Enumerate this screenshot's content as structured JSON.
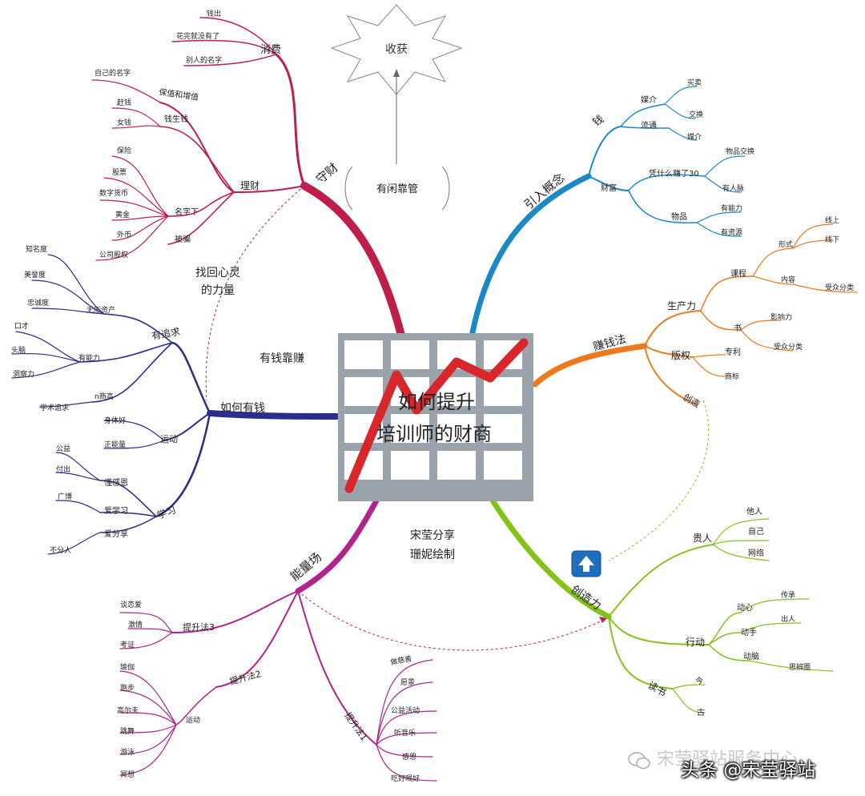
{
  "center": {
    "line1": "如何提升",
    "line2": "培训师的财商"
  },
  "colors": {
    "shoucai": "#c01e4a",
    "ruhe": "#2a2d8c",
    "nengliang": "#b0248c",
    "qian": "#1b8ac4",
    "zhuanqian": "#ec7a1c",
    "chuangzao": "#86c21c",
    "dashed": "#c01e4a"
  },
  "icon": "up-arrow-icon",
  "notes": {
    "harvest": "收获",
    "guan": "有闲靠管",
    "xinling": "找回心灵\n的力量",
    "zhuan": "有钱靠赚",
    "author": "宋莹分享\n珊妮绘制"
  },
  "watermark": {
    "ghost": "宋莹驿站服务中心",
    "text": "头条 @宋莹驿站"
  },
  "branches": {
    "shoucai": {
      "label": "守财",
      "xiaofei": {
        "label": "消费",
        "items": [
          "钱出",
          "花完就没有了",
          "别人的名字"
        ]
      },
      "licai": {
        "label": "理财",
        "baozhi": {
          "label": "保值和增值",
          "items": [
            "自己的名字"
          ]
        },
        "qiansheng": {
          "label": "钱生钱",
          "items": [
            "赶钱",
            "女钱"
          ]
        },
        "mingzixia": {
          "label": "名字下",
          "items": [
            "保险",
            "股票",
            "数字货币",
            "黄金",
            "外币",
            "公司股权"
          ]
        },
        "beipian": "被骗"
      }
    },
    "ruhe": {
      "label": "如何有钱",
      "zhuiqiu": {
        "label": "有追求",
        "wuxing": {
          "label": "无形资产",
          "items": [
            "知名度",
            "美誉度",
            "忠诚度"
          ]
        },
        "nengli": {
          "label": "有能力",
          "items": [
            "口才",
            "头脑",
            "洞察力"
          ]
        },
        "nshang": {
          "label": "n商高",
          "items": [
            "学术追求"
          ]
        }
      },
      "yundong": {
        "label": "运动",
        "items": [
          "身体好",
          "正能量"
        ]
      },
      "xuexi": {
        "label": "学习",
        "ganen": {
          "label": "懂感恩",
          "items": [
            "公益",
            "付出"
          ]
        },
        "aixue": {
          "label": "爱学习",
          "items": [
            "广博"
          ]
        },
        "aifen": {
          "label": "爱分享",
          "items": [
            "不分人"
          ]
        }
      }
    },
    "nengliang": {
      "label": "能量场",
      "t3": {
        "label": "提升法3",
        "items": [
          "谈恋爱",
          "激情",
          "考证"
        ]
      },
      "t2": {
        "label": "提升法2",
        "yundong": {
          "label": "运动",
          "items": [
            "瑜伽",
            "跑步",
            "高尔夫",
            "跳舞",
            "游泳",
            "冥想"
          ]
        }
      },
      "t1": {
        "label": "提升法1",
        "items": [
          "做慈善",
          "愿景",
          "公益活动",
          "听音乐",
          "感恩",
          "吃好喝好"
        ]
      }
    },
    "qian": {
      "label": "引入概念",
      "qian": {
        "label": "钱",
        "meijie": {
          "label": "媒介",
          "items": [
            "买卖",
            "交换"
          ]
        },
        "liutong": {
          "label": "流通",
          "items": [
            "媒介"
          ]
        }
      },
      "caifu": {
        "label": "财富",
        "zhuan30": {
          "label": "凭什么赚了30",
          "items": [
            "物品交换",
            "有人脉"
          ]
        },
        "wupin": {
          "label": "物品",
          "items": [
            "有能力",
            "有资源"
          ]
        }
      }
    },
    "zhuanqian": {
      "label": "赚钱法",
      "shengchan": {
        "label": "生产力",
        "kecheng": {
          "label": "课程",
          "xingshi": {
            "label": "形式",
            "items": [
              "线上",
              "线下"
            ]
          },
          "neirong": {
            "label": "内容",
            "items": [
              "受众分类"
            ]
          }
        },
        "shu": {
          "label": "书",
          "items": [
            "影响力",
            "受众分类"
          ]
        }
      },
      "banquan": {
        "label": "版权",
        "items": [
          "专利",
          "商标"
        ]
      },
      "chuangzao": "创造"
    },
    "chuangzao": {
      "label": "创造力",
      "guiren": {
        "label": "贵人",
        "items": [
          "他人",
          "自己",
          "网络"
        ]
      },
      "xingdong": {
        "label": "行动",
        "dongxin": {
          "label": "动心",
          "items": [
            "传承"
          ]
        },
        "dongshou": {
          "label": "动手",
          "items": [
            "出人"
          ]
        },
        "dongnao": {
          "label": "动脑",
          "items": [
            "思辨圈"
          ]
        }
      },
      "dushu": {
        "label": "读书",
        "items": [
          "今",
          "古"
        ]
      }
    }
  }
}
